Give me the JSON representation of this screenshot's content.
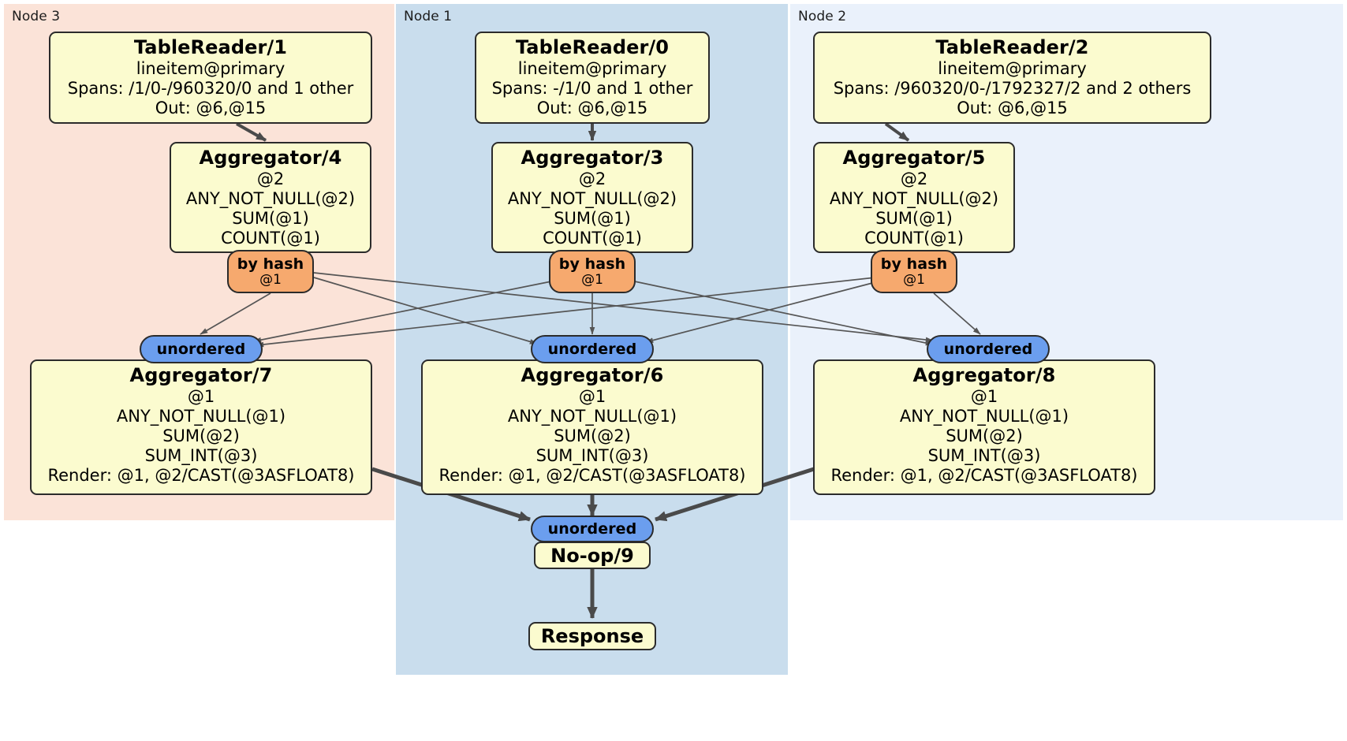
{
  "diagram": {
    "type": "distributed-query-plan",
    "colors": {
      "node3_panel": "#fbe3d8",
      "node1_panel": "#c9dded",
      "node2_panel": "#eaf1fb",
      "processor_fill": "#fbfbcf",
      "hash_router": "#f6a96e",
      "unordered_router": "#6b9eee",
      "border": "#2b2b2b",
      "edge_thin": "#555555",
      "edge_thick": "#4a4a4a"
    }
  },
  "nodes": [
    {
      "label": "Node 3"
    },
    {
      "label": "Node 1"
    },
    {
      "label": "Node 2"
    }
  ],
  "processors": {
    "table_reader_1": {
      "title": "TableReader/1",
      "lines": [
        "lineitem@primary",
        "Spans: /1/0-/960320/0 and 1 other",
        "Out: @6,@15"
      ]
    },
    "table_reader_0": {
      "title": "TableReader/0",
      "lines": [
        "lineitem@primary",
        "Spans: -/1/0 and 1 other",
        "Out: @6,@15"
      ]
    },
    "table_reader_2": {
      "title": "TableReader/2",
      "lines": [
        "lineitem@primary",
        "Spans: /960320/0-/1792327/2 and 2 others",
        "Out: @6,@15"
      ]
    },
    "aggregator_4": {
      "title": "Aggregator/4",
      "lines": [
        "@2",
        "ANY_NOT_NULL(@2)",
        "SUM(@1)",
        "COUNT(@1)"
      ]
    },
    "aggregator_3": {
      "title": "Aggregator/3",
      "lines": [
        "@2",
        "ANY_NOT_NULL(@2)",
        "SUM(@1)",
        "COUNT(@1)"
      ]
    },
    "aggregator_5": {
      "title": "Aggregator/5",
      "lines": [
        "@2",
        "ANY_NOT_NULL(@2)",
        "SUM(@1)",
        "COUNT(@1)"
      ]
    },
    "aggregator_7": {
      "title": "Aggregator/7",
      "lines": [
        "@1",
        "ANY_NOT_NULL(@1)",
        "SUM(@2)",
        "SUM_INT(@3)",
        "Render: @1, @2/CAST(@3ASFLOAT8)"
      ]
    },
    "aggregator_6": {
      "title": "Aggregator/6",
      "lines": [
        "@1",
        "ANY_NOT_NULL(@1)",
        "SUM(@2)",
        "SUM_INT(@3)",
        "Render: @1, @2/CAST(@3ASFLOAT8)"
      ]
    },
    "aggregator_8": {
      "title": "Aggregator/8",
      "lines": [
        "@1",
        "ANY_NOT_NULL(@1)",
        "SUM(@2)",
        "SUM_INT(@3)",
        "Render: @1, @2/CAST(@3ASFLOAT8)"
      ]
    },
    "noop_9": {
      "title": "No-op/9"
    },
    "response": {
      "title": "Response"
    }
  },
  "routers": {
    "hash_left": {
      "label": "by hash",
      "sublabel": "@1"
    },
    "hash_center": {
      "label": "by hash",
      "sublabel": "@1"
    },
    "hash_right": {
      "label": "by hash",
      "sublabel": "@1"
    },
    "unordered_left": {
      "label": "unordered"
    },
    "unordered_center": {
      "label": "unordered"
    },
    "unordered_right": {
      "label": "unordered"
    },
    "unordered_final": {
      "label": "unordered"
    }
  }
}
